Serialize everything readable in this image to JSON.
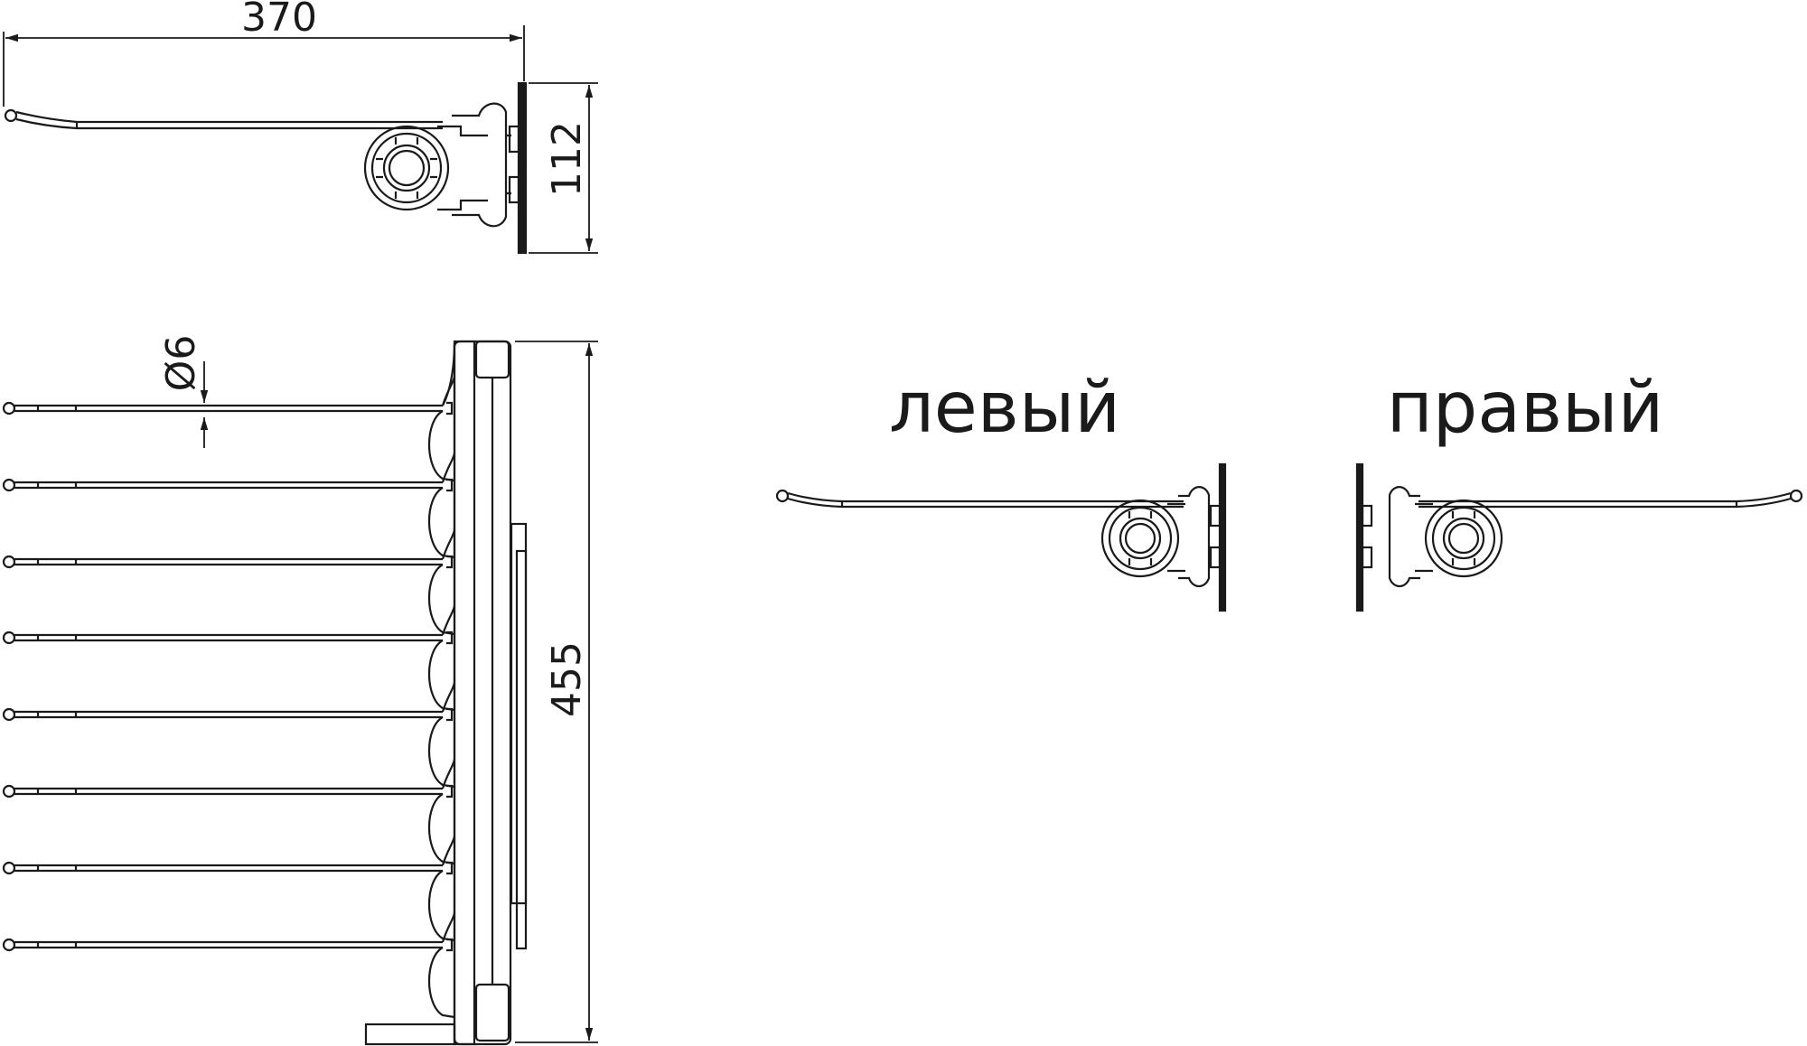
{
  "dimensions": {
    "width_label": "370",
    "height_side_label": "112",
    "rod_diameter_label": "Ø6",
    "height_front_label": "455"
  },
  "variants": {
    "left_label": "левый",
    "right_label": "правый"
  },
  "colors": {
    "line": "#1a1a1a",
    "background": "#ffffff"
  }
}
